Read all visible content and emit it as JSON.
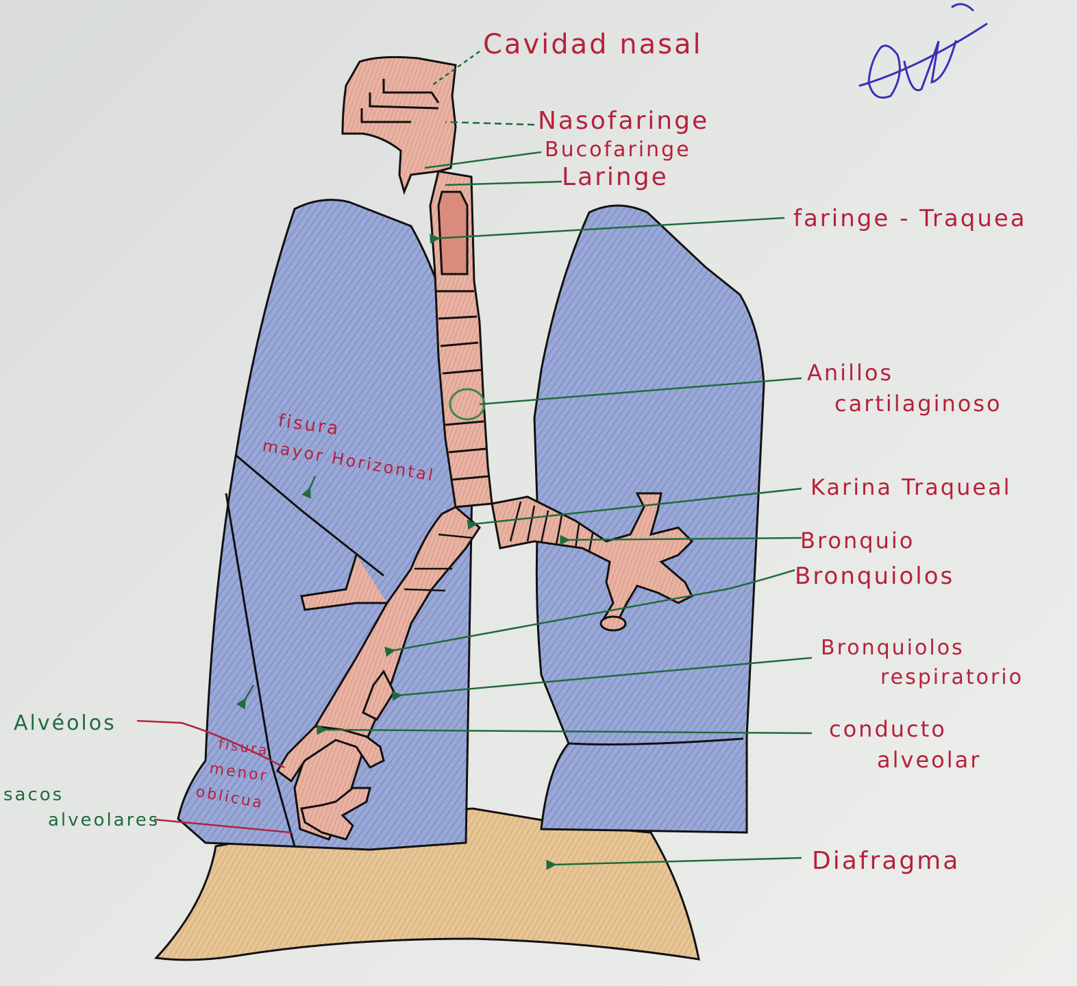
{
  "labels": {
    "cavidad_nasal": "Cavidad nasal",
    "nasofaringe": "Nasofaringe",
    "bucofaringe": "Bucofaringe",
    "laringe": "Laringe",
    "faringe_traquea": "faringe - Traquea",
    "anillos_1": "Anillos",
    "anillos_2": "cartilaginoso",
    "carina": "Karina Traqueal",
    "bronquio": "Bronquio",
    "bronquiolos": "Bronquiolos",
    "bronq_resp_1": "Bronquiolos",
    "bronq_resp_2": "respiratorio",
    "conducto_1": "conducto",
    "conducto_2": "alveolar",
    "diafragma": "Diafragma",
    "fisura_mayor_1": "fisura",
    "fisura_mayor_2": "mayor Horizontal",
    "fisura_menor_1": "fisura",
    "fisura_menor_2": "menor",
    "fisura_menor_3": "oblicua",
    "alveolos": "Alvéolos",
    "sacos_1": "sacos",
    "sacos_2": "alveolares"
  },
  "colors": {
    "lung": "#8d9bd0",
    "trachea": "#e2a898",
    "diaphragm": "#e3bd8c",
    "red_ink": "#b5213a",
    "green_ink": "#1f6b3c",
    "signature": "#3a2fb8"
  }
}
